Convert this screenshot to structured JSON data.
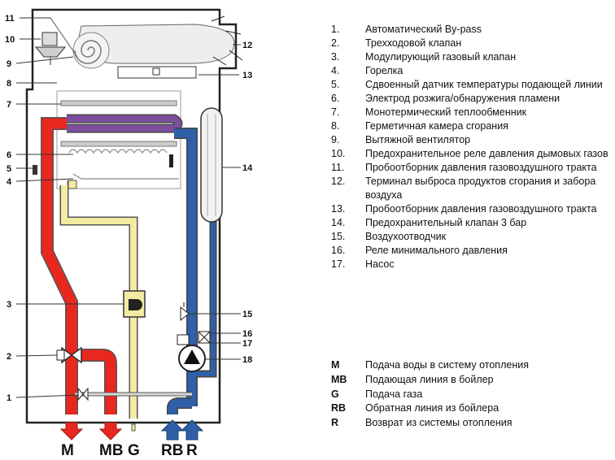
{
  "diagram": {
    "callouts": [
      "11",
      "10",
      "9",
      "8",
      "7",
      "6",
      "5",
      "4",
      "3",
      "2",
      "1",
      "12",
      "13",
      "14",
      "15",
      "16",
      "17",
      "18"
    ],
    "ports": [
      "M",
      "MB",
      "G",
      "RB",
      "R"
    ],
    "colors": {
      "flow": "#e8281e",
      "return": "#2f5fa8",
      "gas": "#f2eba0",
      "exchanger": "#7d4e9e",
      "pipe_outline": "#333333"
    }
  },
  "legend": [
    {
      "n": "1.",
      "t": "Автоматический By-pass"
    },
    {
      "n": "2.",
      "t": "Трехходовой клапан"
    },
    {
      "n": "3.",
      "t": "Модулирующий газовый клапан"
    },
    {
      "n": "4.",
      "t": "Горелка"
    },
    {
      "n": "5.",
      "t": "Сдвоенный датчик температуры подающей линии"
    },
    {
      "n": "6.",
      "t": "Электрод розжига/обнаружения пламени"
    },
    {
      "n": "7.",
      "t": "Монотермический теплообменник"
    },
    {
      "n": "8.",
      "t": "Герметичная камера сгорания"
    },
    {
      "n": "9.",
      "t": "Вытяжной вентилятор"
    },
    {
      "n": "10.",
      "t": "Предохранительное реле давления дымовых газов"
    },
    {
      "n": "11.",
      "t": "Пробоотборник давления газовоздушного тракта"
    },
    {
      "n": "12.",
      "t": "Терминал выброса продуктов сгорания и забора воздуха"
    },
    {
      "n": "13.",
      "t": "Пробоотборник давления газовоздушного тракта"
    },
    {
      "n": "14.",
      "t": "Предохранительный клапан 3 бар"
    },
    {
      "n": "15.",
      "t": "Воздухоотводчик"
    },
    {
      "n": "16.",
      "t": "Реле минимального давления"
    },
    {
      "n": "17.",
      "t": "Насос"
    }
  ],
  "abbreviations": [
    {
      "k": "M",
      "v": "Подача воды в систему отопления"
    },
    {
      "k": "MB",
      "v": "Подающая линия в бойлер"
    },
    {
      "k": "G",
      "v": "Подача газа"
    },
    {
      "k": "RB",
      "v": "Обратная линия из бойлера"
    },
    {
      "k": "R",
      "v": "Возврат из системы отопления"
    }
  ]
}
